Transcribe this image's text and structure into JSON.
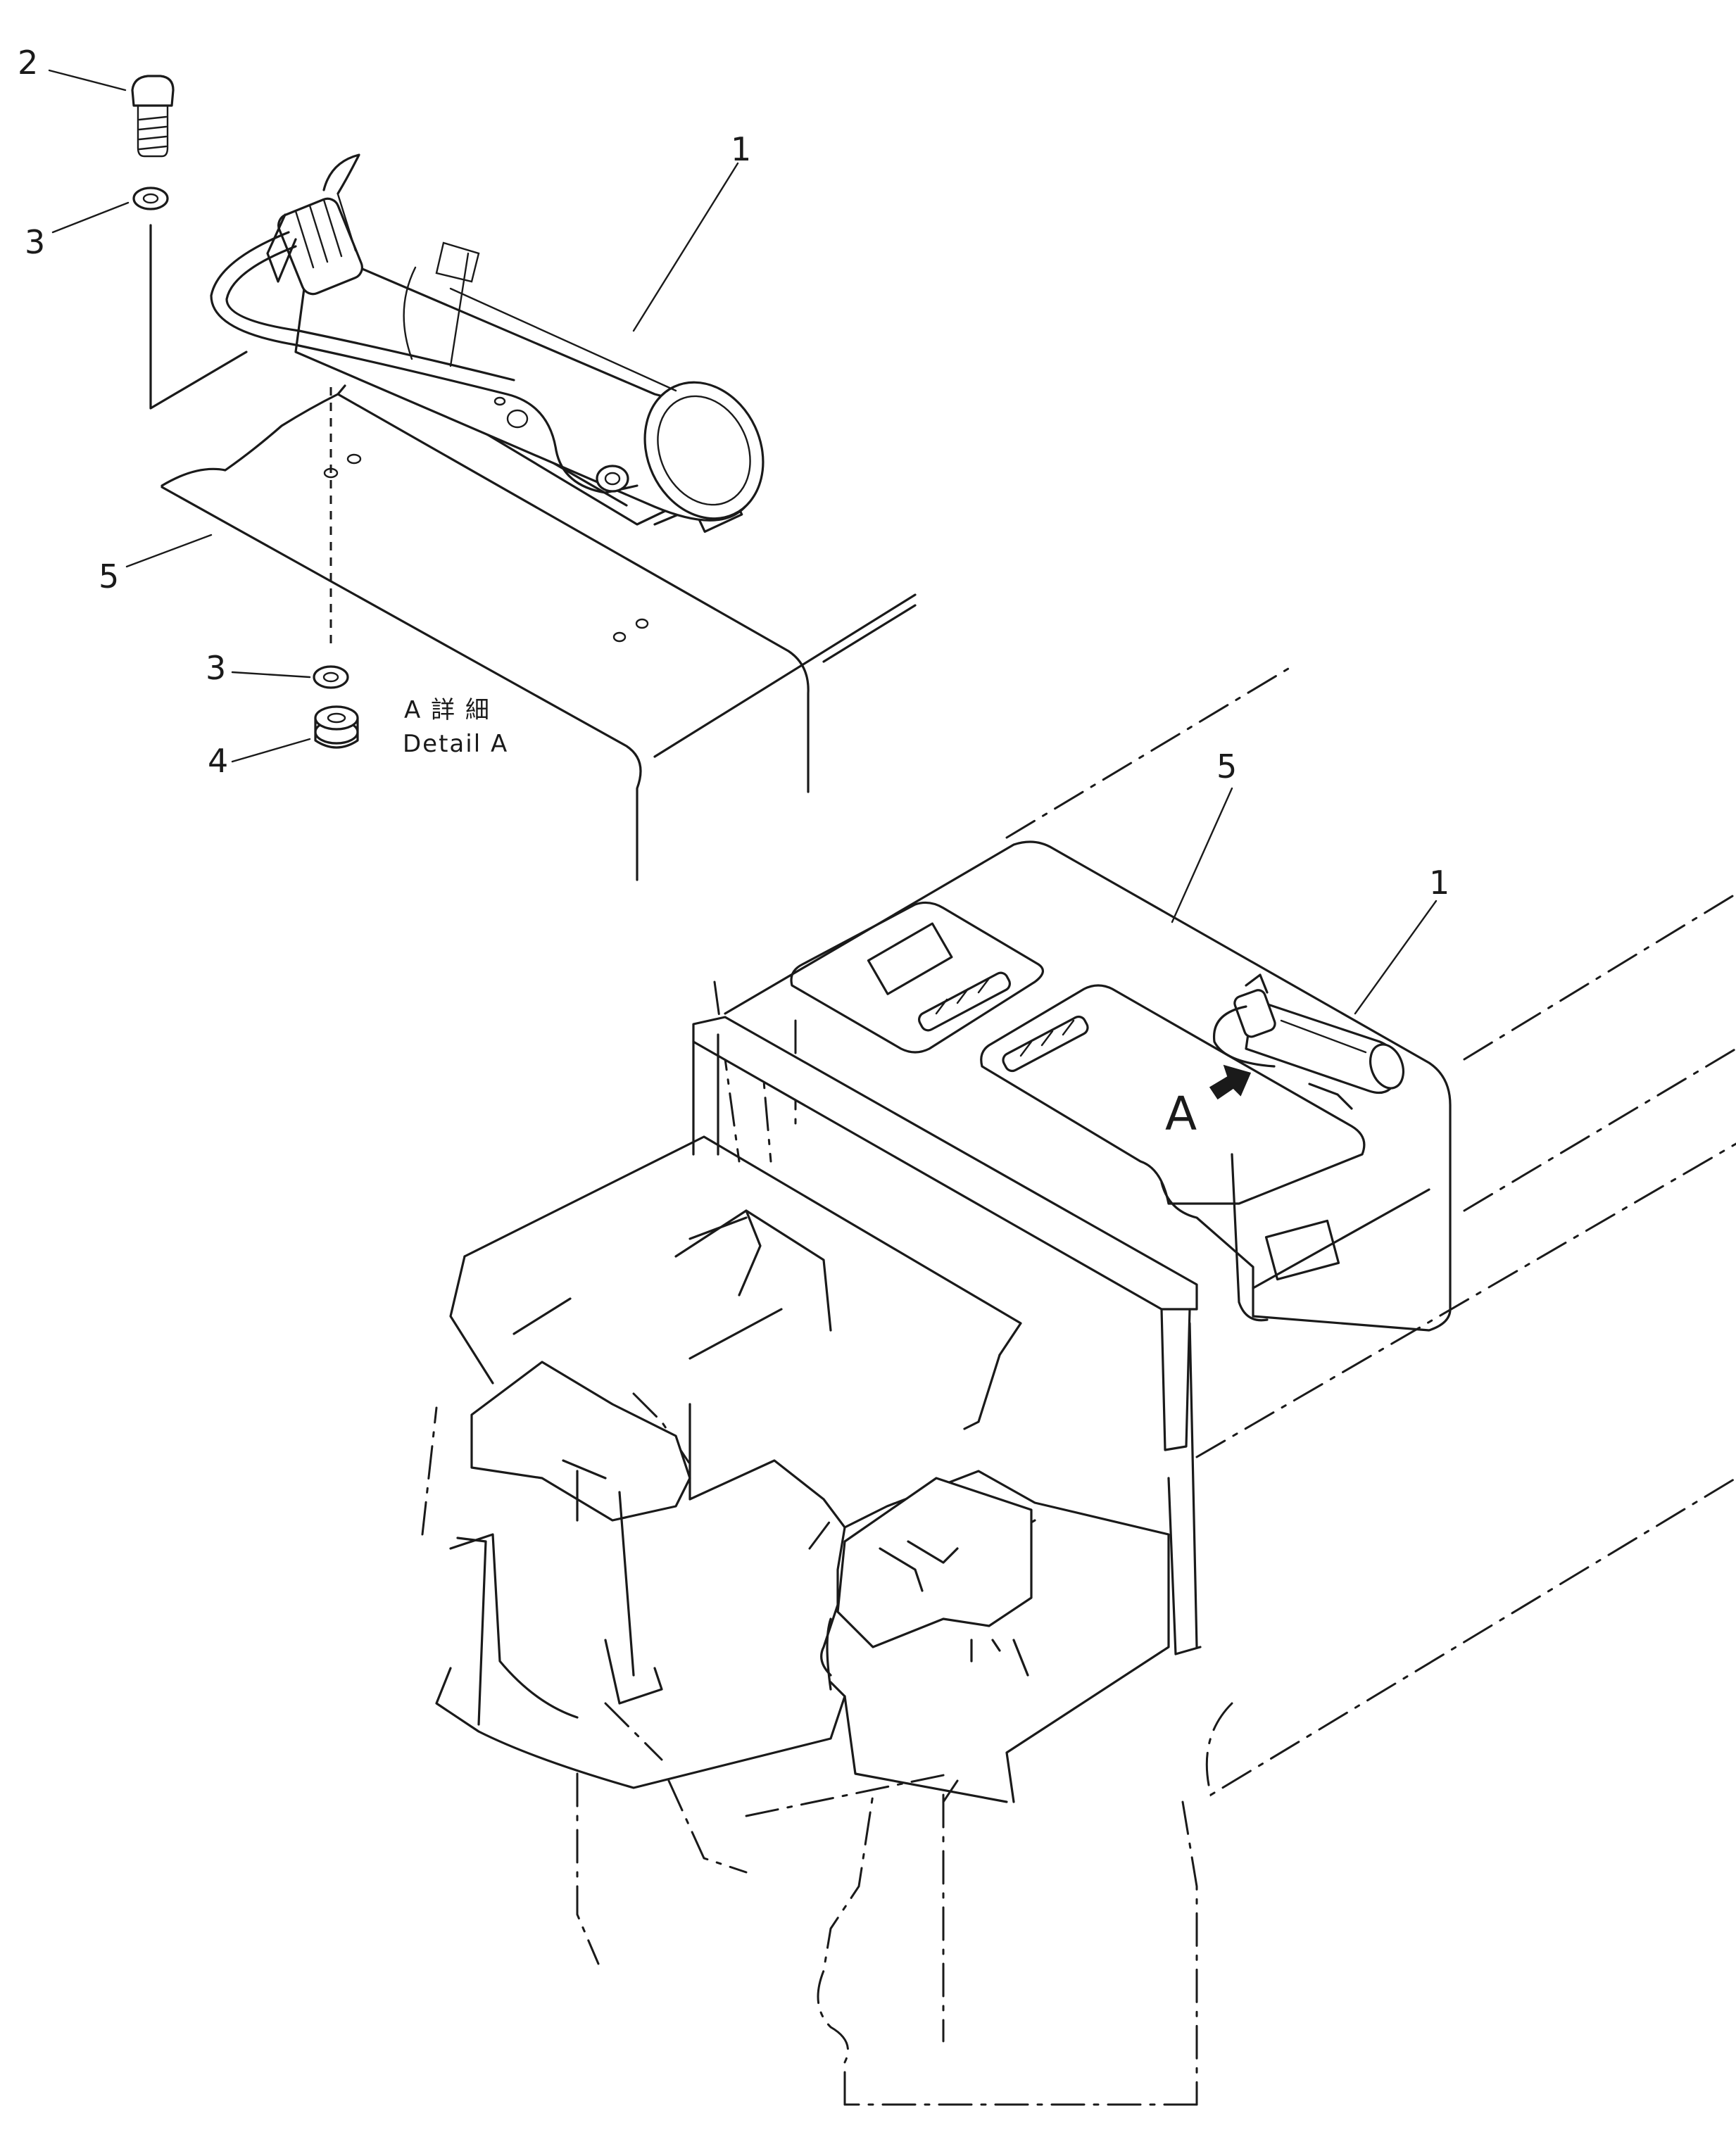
{
  "callouts": {
    "c1_top": "1",
    "c2": "2",
    "c3_upper": "3",
    "c3_lower": "3",
    "c4": "4",
    "c5_detail": "5",
    "c5_main": "5",
    "c1_main": "1"
  },
  "detail": {
    "line1": "A 詳 細",
    "line2": "Detail A"
  },
  "view_marker": "A"
}
